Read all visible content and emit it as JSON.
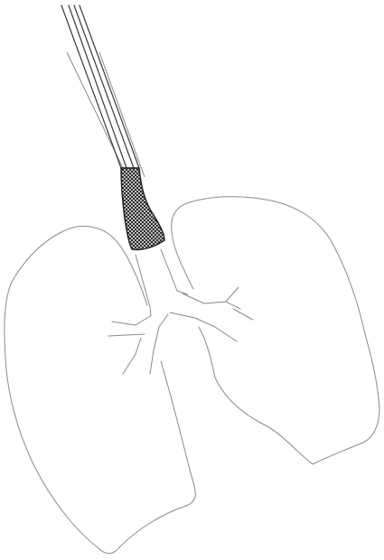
{
  "figure": {
    "labels": [],
    "colors": {
      "background": "#ffffff",
      "outline": "#8a8a8a",
      "tube": "#3a3a3a",
      "cuff_fill": "#1f1f1f"
    },
    "parts": [
      "left-lung",
      "right-lung",
      "trachea",
      "bronchi",
      "endotracheal-tube",
      "mesh-cuff"
    ]
  }
}
